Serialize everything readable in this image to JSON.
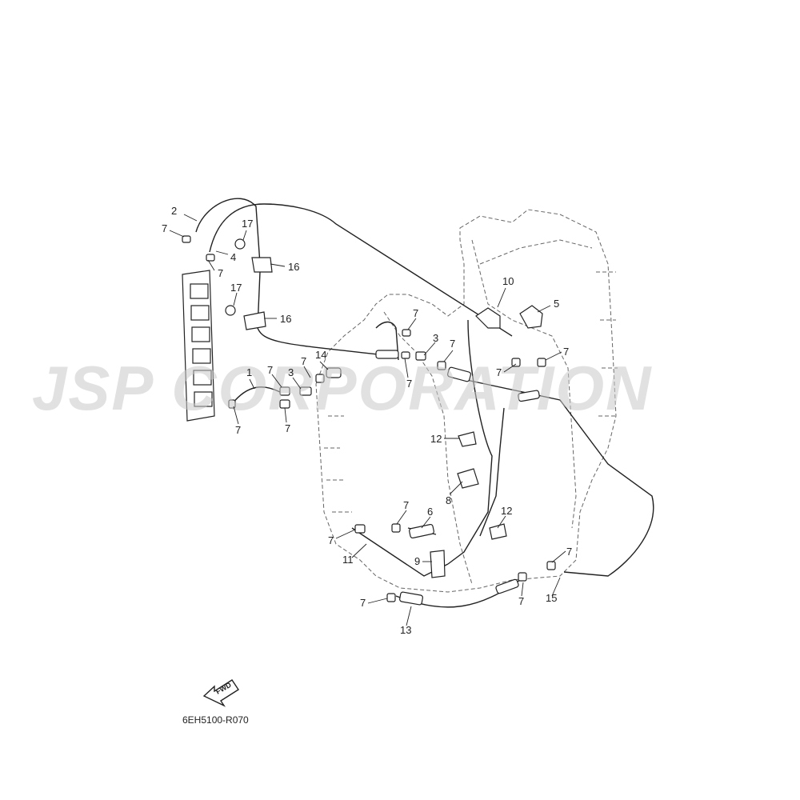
{
  "watermark": {
    "text": "JSP CORPORATION",
    "color": "#c9c9c9"
  },
  "diagram_code": "6EH5100-R070",
  "fwd_label": "FWD",
  "callouts": [
    {
      "id": "c1",
      "label": "2"
    },
    {
      "id": "c2",
      "label": "7"
    },
    {
      "id": "c3",
      "label": "4"
    },
    {
      "id": "c4",
      "label": "7"
    },
    {
      "id": "c5",
      "label": "17"
    },
    {
      "id": "c6",
      "label": "16"
    },
    {
      "id": "c7",
      "label": "17"
    },
    {
      "id": "c8",
      "label": "16"
    },
    {
      "id": "c9",
      "label": "10"
    },
    {
      "id": "c10",
      "label": "5"
    },
    {
      "id": "c11",
      "label": "7"
    },
    {
      "id": "c12",
      "label": "3"
    },
    {
      "id": "c13",
      "label": "7"
    },
    {
      "id": "c14",
      "label": "7"
    },
    {
      "id": "c15",
      "label": "7"
    },
    {
      "id": "c16",
      "label": "7"
    },
    {
      "id": "c17",
      "label": "14"
    },
    {
      "id": "c18",
      "label": "7"
    },
    {
      "id": "c19",
      "label": "1"
    },
    {
      "id": "c20",
      "label": "7"
    },
    {
      "id": "c21",
      "label": "3"
    },
    {
      "id": "c22",
      "label": "7"
    },
    {
      "id": "c23",
      "label": "7"
    },
    {
      "id": "c24",
      "label": "12"
    },
    {
      "id": "c25",
      "label": "8"
    },
    {
      "id": "c26",
      "label": "7"
    },
    {
      "id": "c27",
      "label": "6"
    },
    {
      "id": "c28",
      "label": "12"
    },
    {
      "id": "c29",
      "label": "7"
    },
    {
      "id": "c30",
      "label": "11"
    },
    {
      "id": "c31",
      "label": "9"
    },
    {
      "id": "c32",
      "label": "7"
    },
    {
      "id": "c33",
      "label": "15"
    },
    {
      "id": "c34",
      "label": "7"
    },
    {
      "id": "c35",
      "label": "7"
    },
    {
      "id": "c36",
      "label": "13"
    }
  ]
}
